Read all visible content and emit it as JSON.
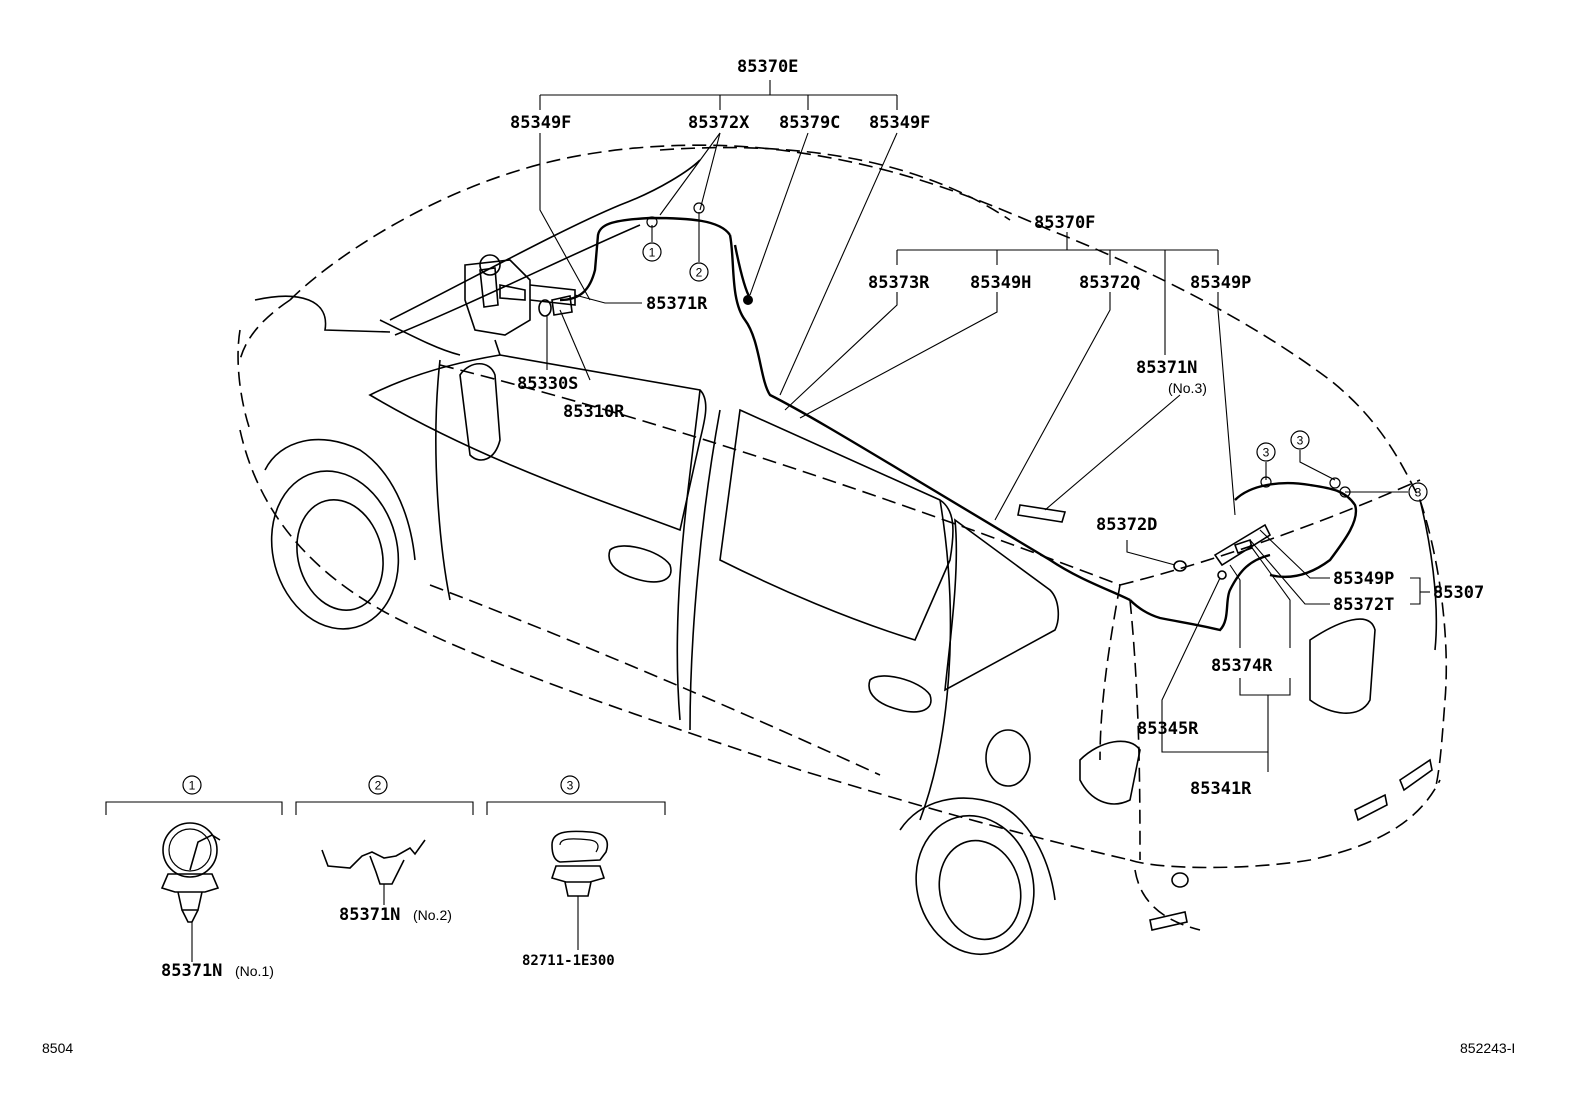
{
  "diagram": {
    "part_labels": {
      "p85370E": "85370E",
      "p85349F_left": "85349F",
      "p85372X": "85372X",
      "p85379C": "85379C",
      "p85349F_right": "85349F",
      "p85371R": "85371R",
      "p85330S": "85330S",
      "p85310R": "85310R",
      "p85370F": "85370F",
      "p85373R": "85373R",
      "p85349H": "85349H",
      "p85372Q": "85372Q",
      "p85349P_top": "85349P",
      "p85371N_no3": "85371N",
      "p85372D": "85372D",
      "p85349P_right": "85349P",
      "p85372T": "85372T",
      "p85307": "85307",
      "p85374R": "85374R",
      "p85345R": "85345R",
      "p85341R": "85341R"
    },
    "sub_labels": {
      "no3": "(No.3)"
    },
    "callout_markers": {
      "m1": "①",
      "m2": "②",
      "m3": "③"
    },
    "detail_panels": [
      {
        "marker": "①",
        "part": "85371N",
        "suffix": "(No.1)"
      },
      {
        "marker": "②",
        "part": "85371N",
        "suffix": "(No.2)"
      },
      {
        "marker": "③",
        "part": "82711-1E300",
        "suffix": ""
      }
    ],
    "footer": {
      "left_code": "8504",
      "right_code": "852243-I"
    }
  }
}
